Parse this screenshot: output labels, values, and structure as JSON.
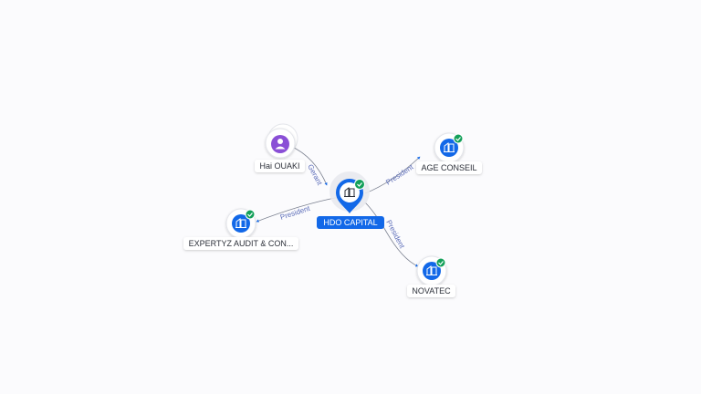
{
  "graph": {
    "center": {
      "label": "HDO CAPITAL",
      "icon": "company-icon",
      "verified": true
    },
    "nodes": [
      {
        "id": "hai",
        "label": "Hai OUAKI",
        "icon": "person-icon",
        "verified": false
      },
      {
        "id": "age",
        "label": "AGE CONSEIL",
        "icon": "company-icon",
        "verified": true
      },
      {
        "id": "expertyz",
        "label": "EXPERTYZ AUDIT & CON...",
        "icon": "company-icon",
        "verified": true
      },
      {
        "id": "novatec",
        "label": "NOVATEC",
        "icon": "company-icon",
        "verified": true
      }
    ],
    "edges": [
      {
        "from": "hai",
        "to": "center",
        "label": "Gerant"
      },
      {
        "from": "center",
        "to": "age",
        "label": "President"
      },
      {
        "from": "center",
        "to": "expertyz",
        "label": "President"
      },
      {
        "from": "center",
        "to": "novatec",
        "label": "President"
      }
    ],
    "colors": {
      "company": "#1268e8",
      "person": "#8a4fd6",
      "verified": "#14a05a",
      "edge": "#7b8190",
      "edge_label": "#5b6cb8",
      "center_label_bg": "#1268e8"
    }
  }
}
